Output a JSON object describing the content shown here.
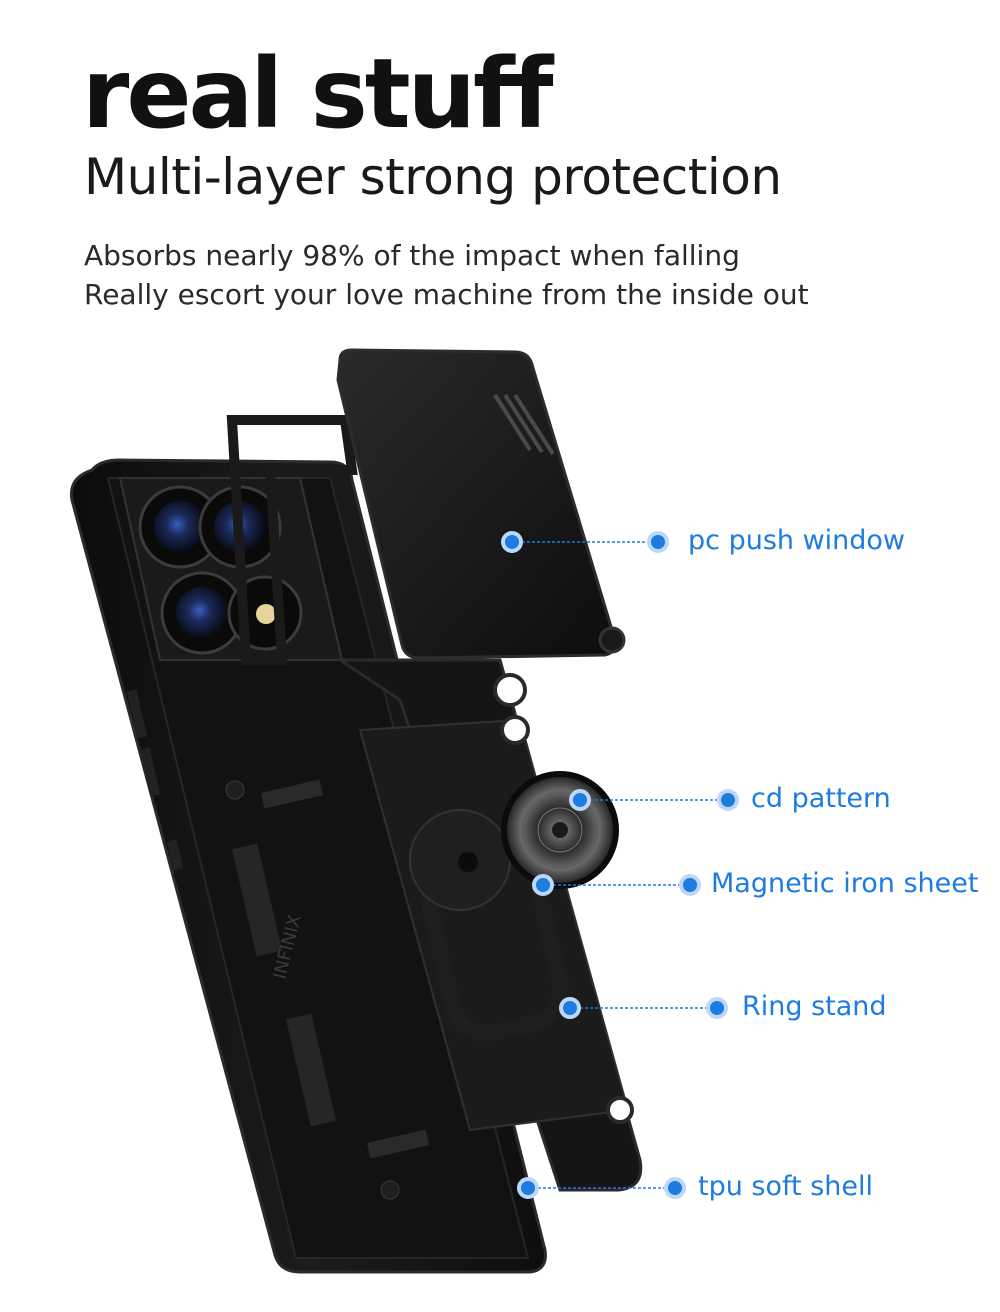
{
  "header": {
    "title": "real stuff",
    "subtitle": "Multi-layer strong protection",
    "line1": "Absorbs nearly 98% of the impact when falling",
    "line2": "Really escort your love machine from the inside out"
  },
  "product": {
    "brand_imprint": "INFINIX"
  },
  "callouts": [
    {
      "label": "pc push window"
    },
    {
      "label": "cd pattern"
    },
    {
      "label": "Magnetic iron sheet"
    },
    {
      "label": "Ring stand"
    },
    {
      "label": "tpu soft shell"
    }
  ],
  "colors": {
    "accent": "#1e7be0",
    "case": "#141414",
    "text": "#111111"
  }
}
